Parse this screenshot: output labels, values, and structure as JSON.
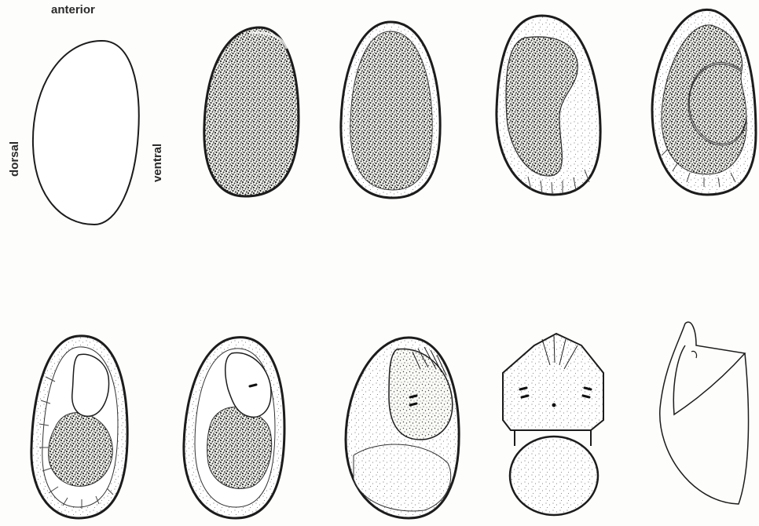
{
  "labels": {
    "anterior": "anterior",
    "dorsal": "dorsal",
    "ventral": "ventral"
  },
  "stages": [
    {
      "stage": "outline-orientation"
    },
    {
      "stage": "uniform-yolk"
    },
    {
      "stage": "peripheral-rim"
    },
    {
      "stage": "ventral-band"
    },
    {
      "stage": "curved-band"
    },
    {
      "stage": "segmented-band-with-head-folds"
    },
    {
      "stage": "early-head-lobes"
    },
    {
      "stage": "head-with-eye-spots"
    },
    {
      "stage": "ventral-view-head-and-yolk"
    },
    {
      "stage": "empty-chorion"
    }
  ],
  "colors": {
    "ink": "#1c1c1c",
    "stipple": "#2b2b2b",
    "background": "#fdfdfb"
  }
}
